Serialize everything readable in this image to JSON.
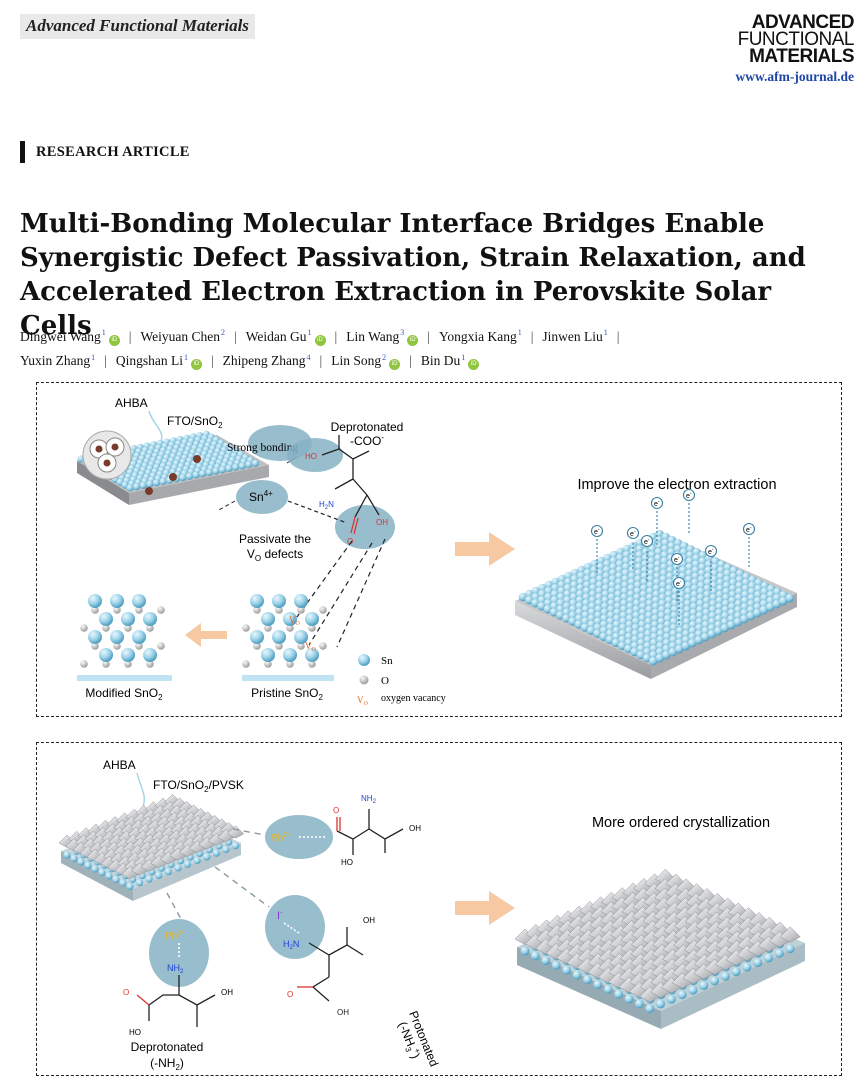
{
  "header": {
    "journal_tag": "Advanced Functional Materials",
    "logo_line1": "ADVANCED",
    "logo_line2": "FUNCTIONAL",
    "logo_line3": "MATERIALS",
    "journal_url": "www.afm-journal.de"
  },
  "article_type": "RESEARCH ARTICLE",
  "title": {
    "line1": "Multi-Bonding Molecular Interface Bridges Enable",
    "line2": "Synergistic Defect Passivation, Strain Relaxation, and",
    "line3": "Accelerated Electron Extraction in Perovskite Solar Cells"
  },
  "authors": [
    {
      "name": "Dingwei Wang",
      "aff": "1",
      "orcid": true
    },
    {
      "name": "Weiyuan Chen",
      "aff": "2",
      "orcid": false
    },
    {
      "name": "Weidan Gu",
      "aff": "1",
      "orcid": true
    },
    {
      "name": "Lin Wang",
      "aff": "3",
      "orcid": true
    },
    {
      "name": "Yongxia Kang",
      "aff": "1",
      "orcid": false
    },
    {
      "name": "Jinwen Liu",
      "aff": "1",
      "orcid": false
    },
    {
      "name": "Yuxin Zhang",
      "aff": "1",
      "orcid": false
    },
    {
      "name": "Qingshan Li",
      "aff": "1",
      "orcid": true
    },
    {
      "name": "Zhipeng Zhang",
      "aff": "4",
      "orcid": false
    },
    {
      "name": "Lin Song",
      "aff": "2",
      "orcid": true
    },
    {
      "name": "Bin Du",
      "aff": "1",
      "orcid": true
    }
  ],
  "orcid_label": "iD",
  "figure_top": {
    "ahba": "AHBA",
    "fto_sno2_base": "FTO/SnO",
    "fto_sno2_sub": "2",
    "strong_bonding": "Strong bonding",
    "deprotonated": "Deprotonated",
    "coo": "-COO",
    "coo_sup": "-",
    "ho": "HO",
    "h2n": "H",
    "h2n_sub": "2",
    "h2n_n": "N",
    "oh": "OH",
    "o": "O",
    "sn4_base": "Sn",
    "sn4_sup": "4+",
    "passivate_line1": "Passivate the",
    "passivate_v": "V",
    "passivate_sub": "O",
    "passivate_rest": " defects",
    "vo_mark": "V",
    "vo_mark_sub": "O",
    "improve": "Improve the electron extraction",
    "electron": "e",
    "electron_sup": "-",
    "modified_base": "Modified SnO",
    "modified_sub": "2",
    "pristine_base": "Pristine SnO",
    "pristine_sub": "2",
    "legend_sn": "Sn",
    "legend_o": "O",
    "legend_vacancy": "oxygen vacancy"
  },
  "figure_bottom": {
    "ahba": "AHBA",
    "stack_base": "FTO/SnO",
    "stack_sub": "2",
    "stack_rest": "/PVSK",
    "nh2_top": "NH",
    "nh2_top_sub": "2",
    "pb_base": "Pb",
    "pb_sup": "2+",
    "oh": "OH",
    "ho": "HO",
    "o": "O",
    "iodide_base": "I",
    "iodide_sup": "-",
    "h2n": "H",
    "h2n_sub": "2",
    "h2n_n": "N",
    "nh2_left": "NH",
    "nh2_left_sub": "2",
    "more_ordered": "More ordered crystallization",
    "deprotonated": "Deprotonated",
    "deprotonated_nh2_open": "(-NH",
    "deprotonated_nh2_sub": "2",
    "deprotonated_nh2_close": ")",
    "protonated": "Protonated",
    "protonated_nh3_open": "(-NH",
    "protonated_nh3_sub": "3",
    "protonated_nh3_sup": "+",
    "protonated_nh3_close": ")"
  },
  "colors": {
    "sphere": "#9ed3e8",
    "sphere_dark": "#4d9dc0",
    "bubble": "#86b3c6",
    "arrow": "#f6c9a3",
    "o_gray": "#cfcfcf",
    "vacancy": "#e0662a",
    "pyramid": "#e6e7ea",
    "pb_yellow": "#e3b733",
    "iodide_purple": "#7a3fc8",
    "nitrogen_blue": "#1f3fd6",
    "oxygen_red": "#e03030",
    "orcid_green": "#8fc53f",
    "link_blue": "#1e46a8"
  }
}
